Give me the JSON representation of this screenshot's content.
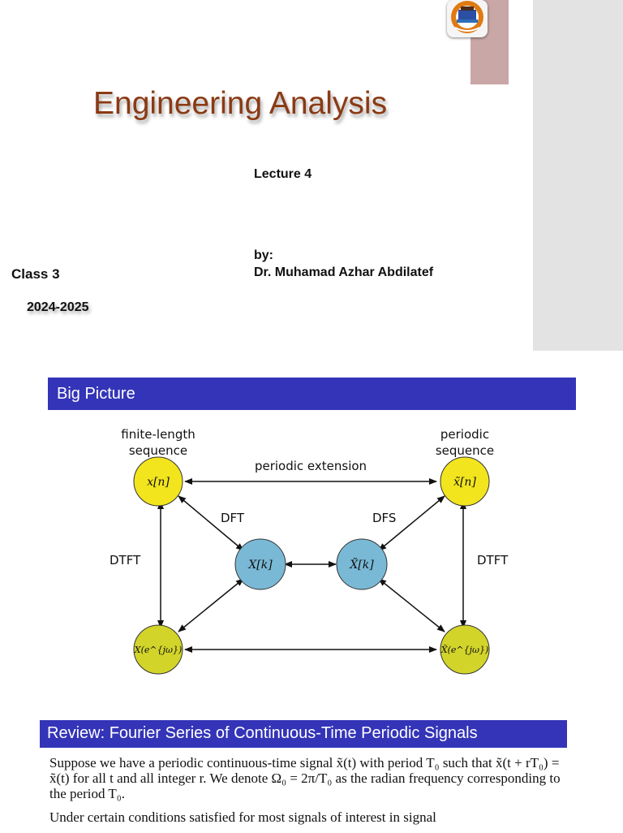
{
  "slide1": {
    "title": "Engineering Analysis",
    "lecture": "Lecture 4",
    "by_label": "by:",
    "author": "Dr. Muhamad Azhar Abdilatef",
    "class_label": "Class 3",
    "academic_year": "2024-2025"
  },
  "slide2": {
    "header": "Big Picture",
    "labels": {
      "finite_line1": "finite-length",
      "finite_line2": "sequence",
      "periodic_line1": "periodic",
      "periodic_line2": "sequence",
      "periodic_extension": "periodic extension",
      "dft": "DFT",
      "dfs": "DFS",
      "dtft_left": "DTFT",
      "dtft_right": "DTFT"
    },
    "nodes": {
      "xn": "x[n]",
      "xtn": "x̃[n]",
      "Xk": "X[k]",
      "Xtk": "X̃[k]",
      "Xejw": "X(e^{jω})",
      "Xtejw": "X̃(e^{jω})"
    },
    "colors": {
      "yellow_node": "#f2e51e",
      "blue_node": "#79b9d6",
      "header_bg": "#3434b8"
    }
  },
  "slide3": {
    "header": "Review: Fourier Series of Continuous-Time Periodic Signals",
    "para1": "Suppose we have a periodic continuous-time signal x̃(t) with period T₀ such that x̃(t + rT₀) = x̃(t) for all t and all integer r. We denote Ω₀ = 2π/T₀ as the radian frequency corresponding to the period T₀.",
    "para2": "Under certain conditions satisfied for most signals of interest in signal"
  }
}
